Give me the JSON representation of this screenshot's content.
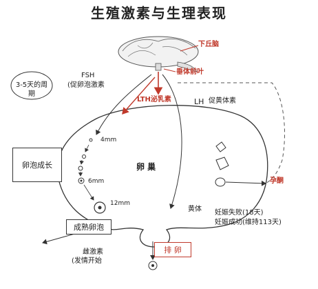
{
  "title": "生殖激素与生理表现",
  "labels": {
    "hypothalamus": "下丘脑",
    "pituitary": "垂体前叶",
    "lth": "LTH泌乳素",
    "fsh": "FSH",
    "fsh_desc": "(促卵泡激素",
    "lh": "LH",
    "lh_desc": "促黄体素",
    "cycle": "3-5天的周期",
    "follicle_growth": "卵泡成长",
    "ovary": "卵  巢",
    "size_4": "4mm",
    "size_6": "6mm",
    "size_12": "12mm",
    "corpus_luteum": "黄体",
    "pregnancy_hormone": "孕酮",
    "pregnancy_fail": "妊娠失败(18天)",
    "pregnancy_success": "妊娠成功(维持113天)",
    "mature_follicle": "成熟卵泡",
    "estrogen": "雌激素",
    "estrus": "(发情开始",
    "ovulation": "排 卵"
  },
  "colors": {
    "accent_red": "#c0392b",
    "line": "#333333"
  },
  "icons": [
    "brain-icon",
    "follicle-icon",
    "egg-icon"
  ]
}
